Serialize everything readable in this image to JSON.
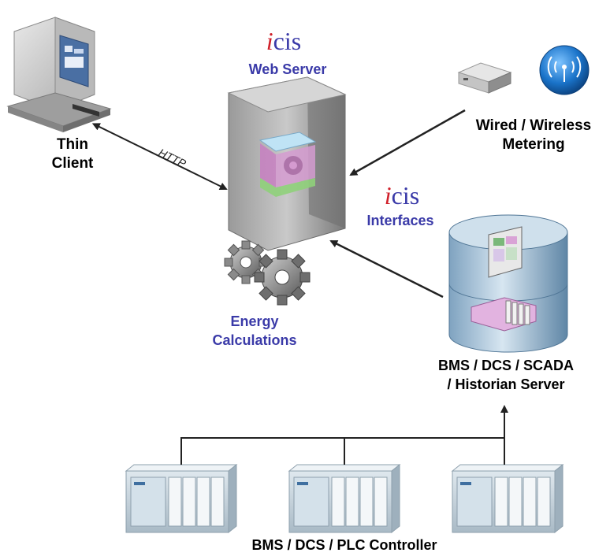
{
  "brand": {
    "icis_i": "i",
    "icis_rest": "cis",
    "i_color": "#d0202a",
    "rest_color": "#3a3aa8"
  },
  "label_color": "#3a3aa8",
  "nodes": {
    "thin_client": {
      "line1": "Thin",
      "line2": "Client",
      "icon": "computer-monitor-icon"
    },
    "web_server": {
      "label": "Web Server",
      "icon": "server-tower-icon"
    },
    "metering": {
      "line1": "Wired / Wireless",
      "line2": "Metering",
      "icons": [
        "meter-box-icon",
        "wireless-antenna-icon"
      ]
    },
    "interfaces": {
      "label": "Interfaces"
    },
    "energy": {
      "line1": "Energy",
      "line2": "Calculations",
      "icon": "gears-icon"
    },
    "historian": {
      "line1": "BMS / DCS / SCADA",
      "line2": "/ Historian Server",
      "icon": "database-cylinder-icon"
    },
    "controllers": {
      "label": "BMS / DCS / PLC Controller",
      "count": 3,
      "icon": "plc-rack-icon"
    }
  },
  "edges": {
    "http_label": "HTTP"
  }
}
